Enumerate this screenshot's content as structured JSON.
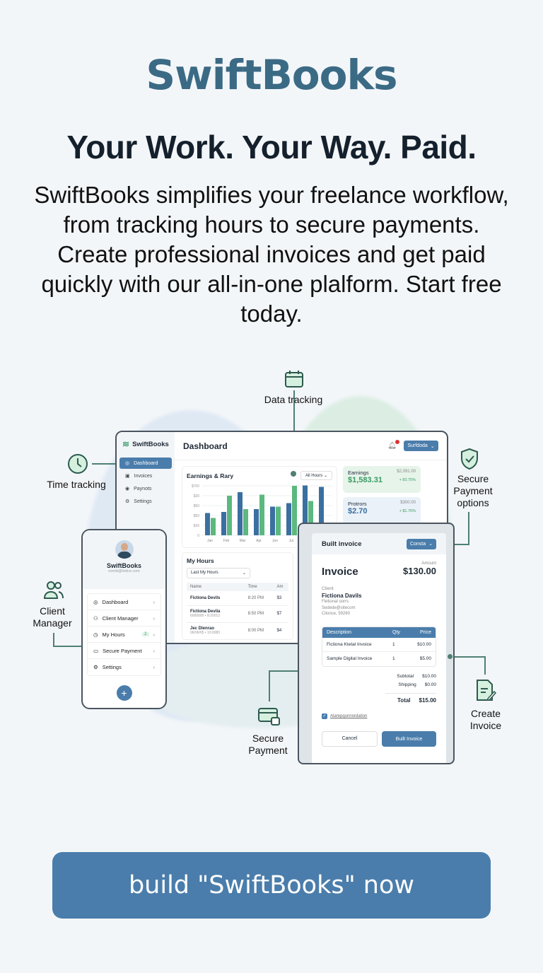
{
  "brand": "SwiftBooks",
  "headline": "Your Work. Your Way. Paid.",
  "description": "SwiftBooks simplifies your freelance workflow, from tracking hours to secure payments. Create professional invoices and get paid quickly with our all-in-one plalform. Start free today.",
  "callouts": {
    "data_tracking": "Data tracking",
    "time_tracking": "Time tracking",
    "secure_payment_options": "Secure Payment options",
    "client_manager": "Client Manager",
    "secure_payment": "Secure Payment",
    "create_invoice": "Create Invoice"
  },
  "dashboard": {
    "logo": "SwiftBooks",
    "title": "Dashboard",
    "account_button": "Surfdoda",
    "sidebar": [
      {
        "label": "Dashboard"
      },
      {
        "label": "Invoices"
      },
      {
        "label": "Paynots"
      },
      {
        "label": "Settings"
      }
    ],
    "chart_title": "Earnings & Rary",
    "chart_filter": "All Hours",
    "stats": [
      {
        "label": "Earnings",
        "value": "$1,583.31",
        "sub": "$2,091.00",
        "change": "+ 83.75%"
      },
      {
        "label": "Protrors",
        "value": "$2.70",
        "sub": "$300.00",
        "change": "+ $1.76%"
      }
    ],
    "hours": {
      "title": "My Hours",
      "filter": "Last My Hours",
      "columns": [
        "Name",
        "Time",
        "Am"
      ],
      "rows": [
        {
          "name": "Fictiona Devils",
          "sub": "",
          "time": "8:20 PM",
          "amt": "$3"
        },
        {
          "name": "Fictiona Devila",
          "sub": "6000000 • 8:20012",
          "time": "8:50 PM",
          "amt": "$7"
        },
        {
          "name": "Jec Dlenrao",
          "sub": "06/06/05 • 10:0083",
          "time": "8:00 PM",
          "amt": "$4"
        }
      ]
    }
  },
  "chart_data": {
    "type": "bar",
    "categories": [
      "Jan",
      "Feb",
      "Mar",
      "Apr",
      "Jun",
      "Jul",
      "",
      ""
    ],
    "ytick_labels": [
      "$700",
      "$30",
      "$50",
      "$50",
      "$26",
      "0"
    ],
    "ylim": [
      0,
      700
    ],
    "grid": true,
    "series": [
      {
        "values": [
          315,
          330,
          610,
          370,
          405,
          455,
          705,
          685
        ],
        "color": "#3b6fa0"
      },
      {
        "values": [
          245,
          560,
          370,
          575,
          405,
          700,
          485,
          105
        ],
        "color": "#5cb87f"
      }
    ]
  },
  "mobile": {
    "name": "SwiftBooks",
    "email": "oomb@lodce.com",
    "menu": [
      {
        "label": "Dashboard"
      },
      {
        "label": "Client Manager"
      },
      {
        "label": "My Hours",
        "badge": "2"
      },
      {
        "label": "Secure Payment"
      },
      {
        "label": "Settings"
      }
    ],
    "fab": "+"
  },
  "invoice": {
    "header": "Built invoice",
    "header_button": "Consta",
    "title": "Invoice",
    "amount_label": "Amount",
    "amount": "$130.00",
    "client_label": "Client",
    "client_name": "Fictiona Davils",
    "client_lines": [
      "Fletional oorrs",
      "Sedede@sitecom",
      "Clionce, 59260"
    ],
    "columns": [
      "Description",
      "Qty",
      "Price"
    ],
    "items": [
      {
        "desc": "Fictiona Ktetal Invoice",
        "qty": "1",
        "price": "$10.00"
      },
      {
        "desc": "Sample Digital Invoice",
        "qty": "1",
        "price": "$5.00"
      }
    ],
    "subtotal_label": "Subtotal",
    "subtotal": "$10.00",
    "shipping_label": "Shipping",
    "shipping": "$0.00",
    "total_label": "Total",
    "total": "$15.00",
    "checkbox_label": "Alarepqunnordation",
    "checkbox_checked": true,
    "cancel": "Cancel",
    "submit": "Built Invoice"
  },
  "cta": "build \"SwiftBooks\" now"
}
